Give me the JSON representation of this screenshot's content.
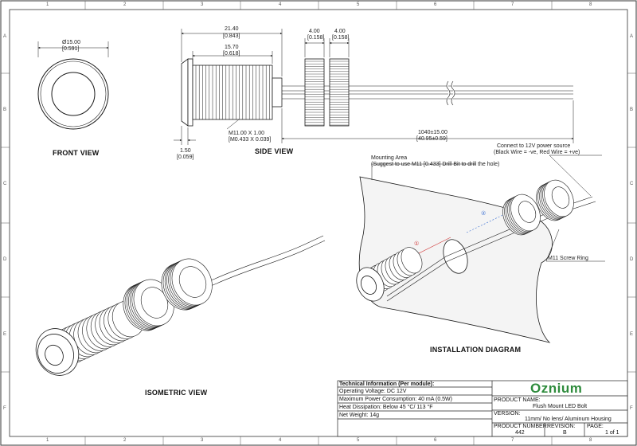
{
  "grid": {
    "columns": [
      "1",
      "2",
      "3",
      "4",
      "5",
      "6",
      "7",
      "8"
    ],
    "rows": [
      "A",
      "B",
      "C",
      "D",
      "E",
      "F"
    ]
  },
  "views": {
    "front": "FRONT VIEW",
    "side": "SIDE VIEW",
    "isometric": "ISOMETRIC VIEW",
    "installation": "INSTALLATION DIAGRAM"
  },
  "dims": {
    "front_dia": "Ø15.00",
    "front_dia_in": "[0.591]",
    "overall": "21.40",
    "overall_in": "[0.843]",
    "thread_len": "15.70",
    "thread_len_in": "[0.618]",
    "ring1": "4.00",
    "ring1_in": "[0.158]",
    "ring2": "4.00",
    "ring2_in": "[0.158]",
    "thread": "M11.00 X 1.00",
    "thread_in": "[M0.433 X 0.039]",
    "flange": "1.50",
    "flange_in": "[0.059]",
    "wire": "1040±15.00",
    "wire_in": "[40.95±0.59]"
  },
  "notes": {
    "power_1": "Connect to 12V power source",
    "power_2": "(Black Wire = -ve, Red Wire = +ve)",
    "mount_1": "Mounting Area",
    "mount_2": "(Suggest to use M11 [0.433] Drill Bit to drill the hole)",
    "screw_ring": "M11 Screw Ring",
    "step1": "①",
    "step2": "②"
  },
  "title_block": {
    "tech_title": "Technical Information (Per module):",
    "voltage": "Operating Voltage: DC 12V",
    "power": "Maximum Power Consumption: 40  mA (0.5W)",
    "heat": "Heat Dissipation: Below 45 °C/ 113 °F",
    "weight": "Net Weight: 14g",
    "logo": "Oznium",
    "product_name_label": "PRODUCT NAME:",
    "product_name": "Flush Mount LED Bolt",
    "version_label": "VERSION:",
    "version": "11mm/ No lens/ Aluminum Housing",
    "product_number_label": "PRODUCT NUMBER:",
    "product_number": "442",
    "revision_label": "REVISION:",
    "revision": "B",
    "page_label": "PAGE:",
    "page": "1 of 1"
  },
  "colors": {
    "line": "#1a1a1a",
    "red_wire": "#d23a3a",
    "blue_wire": "#3a6fd2",
    "logo_green": "#2e8b3c",
    "panel": "#f4f4f4"
  }
}
